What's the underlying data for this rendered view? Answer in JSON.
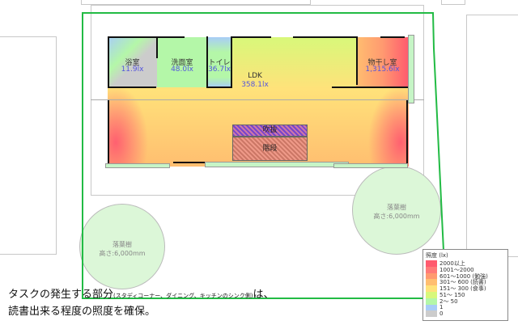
{
  "rooms": [
    {
      "name": "浴室",
      "lux": "11.9lx"
    },
    {
      "name": "洗面室",
      "lux": "48.0lx"
    },
    {
      "name": "トイレ",
      "lux": "36.7lx"
    },
    {
      "name": "LDK",
      "lux": "358.1lx"
    },
    {
      "name": "物干し室",
      "lux": "1,315.6lx"
    }
  ],
  "fukinuke": "吹抜",
  "stairs": "階段",
  "trees": [
    {
      "name": "落葉樹",
      "height": "高さ:6,000mm"
    },
    {
      "name": "落葉樹",
      "height": "高さ:6,000mm"
    }
  ],
  "legend": {
    "title": "照度 (lx)",
    "items": [
      {
        "label": "2000以上",
        "color": "#ff5a6e"
      },
      {
        "label": "1001～2000",
        "color": "#ff7a78"
      },
      {
        "label": "601～1000 (勉強)",
        "color": "#ff9a70"
      },
      {
        "label": "301～ 600 (読書)",
        "color": "#ffbe70"
      },
      {
        "label": "151～ 300 (食事)",
        "color": "#ffe27a"
      },
      {
        "label": "51～ 150",
        "color": "#d8f87a"
      },
      {
        "label": "2～ 50",
        "color": "#b4f7a8"
      },
      {
        "label": "1",
        "color": "#a8cdf7"
      },
      {
        "label": "0",
        "color": "#cccccc"
      }
    ]
  },
  "caption": {
    "line1_main": "タスクの発生する部分",
    "line1_small": "(スタディコーナー、ダイニング、キッチンのシンク側)",
    "line1_end": "は、",
    "line2": "読書出来る程度の照度を確保。"
  }
}
